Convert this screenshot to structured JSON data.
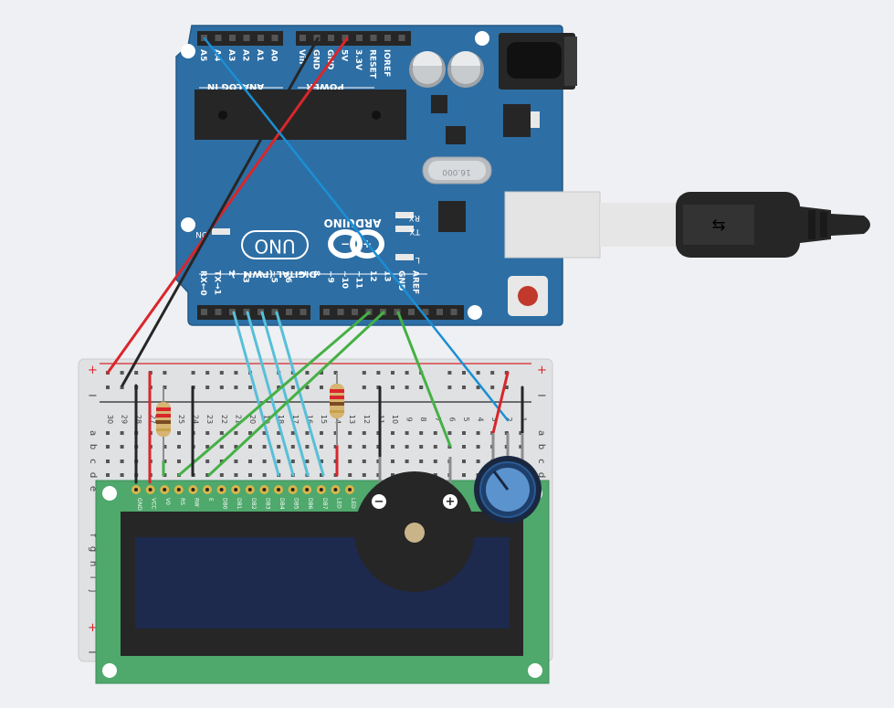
{
  "arduino": {
    "brand": "ARDUINO",
    "model": "UNO",
    "section_analog": "ANALOG IN",
    "section_power": "POWER",
    "section_digital": "DIGITAL (PWM~)",
    "analog_pins": [
      "A5",
      "A4",
      "A3",
      "A2",
      "A1",
      "A0"
    ],
    "power_pins": [
      "Vin",
      "GND",
      "GND",
      "5V",
      "3.3V",
      "RESET",
      "IOREF"
    ],
    "digital_pins": [
      "RX←0",
      "TX→1",
      "2",
      "~3",
      "4",
      "~5",
      "~6",
      "7",
      "8",
      "~9",
      "~10",
      "~11",
      "12",
      "13",
      "GND",
      "AREF"
    ],
    "led_rx": "RX",
    "led_tx": "TX",
    "led_l": "L",
    "led_on": "ON",
    "crystal": "16.000"
  },
  "breadboard": {
    "plus": "+",
    "minus": "−",
    "row_letters_top": [
      "a",
      "b",
      "c",
      "d",
      "e"
    ],
    "row_letters_bottom": [
      "f",
      "g",
      "h",
      "i",
      "j"
    ],
    "column_numbers": [
      "30",
      "29",
      "28",
      "27",
      "26",
      "25",
      "24",
      "23",
      "22",
      "21",
      "20",
      "19",
      "18",
      "17",
      "16",
      "15",
      "14",
      "13",
      "12",
      "11",
      "10",
      "9",
      "8",
      "7",
      "6",
      "5",
      "4",
      "3",
      "2",
      "1"
    ]
  },
  "lcd": {
    "pins": [
      "GND",
      "VCC",
      "V0",
      "RS",
      "RW",
      "E",
      "DB0",
      "DB1",
      "DB2",
      "DB3",
      "DB4",
      "DB5",
      "DB6",
      "DB7",
      "LED",
      "LED"
    ]
  },
  "buzzer": {
    "minus": "−",
    "plus": "+"
  },
  "colors": {
    "arduino": "#2d6ea4",
    "wire_red": "#d9262b",
    "wire_black": "#262626",
    "wire_blue": "#1b8fd4",
    "wire_cyan": "#58bfd8",
    "wire_green": "#45b045",
    "lcd_board": "#4fa86c",
    "lcd_screen": "#1d2a4e"
  }
}
